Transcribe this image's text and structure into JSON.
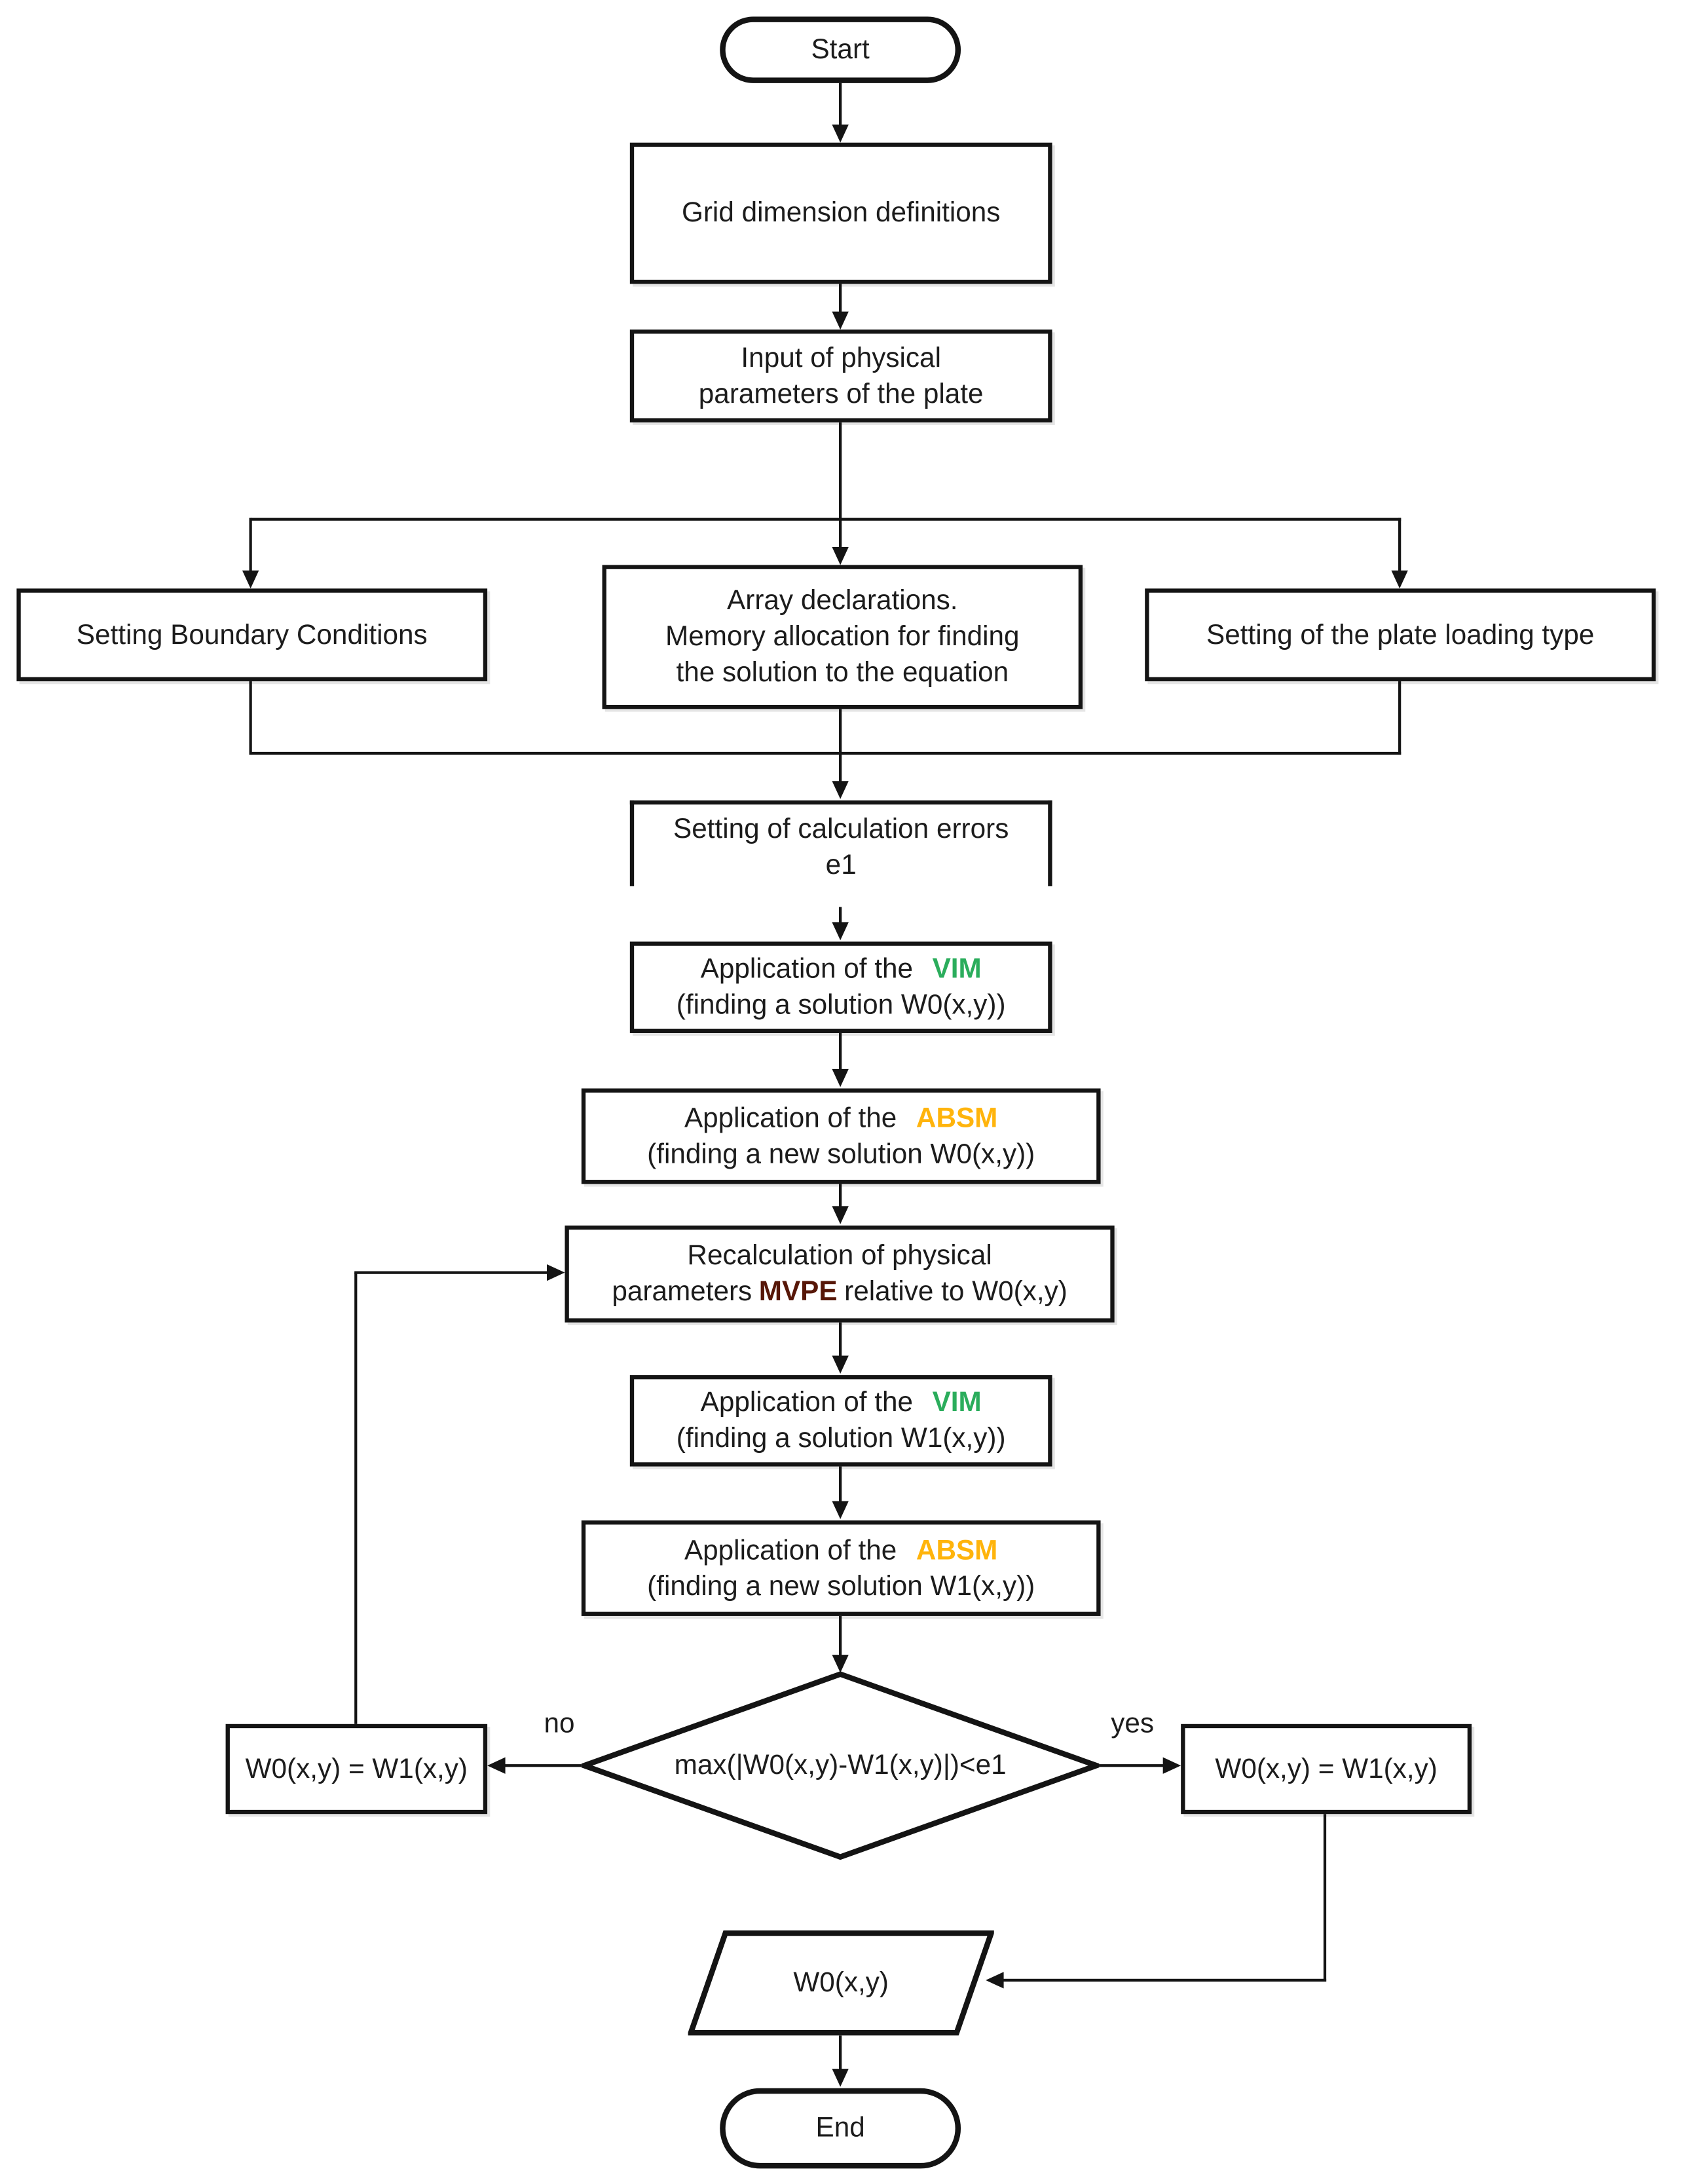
{
  "nodes": {
    "start": {
      "label": "Start"
    },
    "grid": {
      "label": "Grid dimension definitions"
    },
    "input": {
      "line1": "Input of physical",
      "line2": "parameters of the plate"
    },
    "boundary": {
      "label": "Setting Boundary Conditions"
    },
    "array": {
      "line1": "Array declarations.",
      "line2": "Memory allocation for finding",
      "line3": "the solution to the equation"
    },
    "loading": {
      "label": "Setting of the plate loading type"
    },
    "errors": {
      "line1": "Setting of calculation errors",
      "line2": "e1"
    },
    "vim1": {
      "prefix": "Application of the",
      "method": "VIM",
      "line2": "(finding a solution W0(x,y))"
    },
    "absm1": {
      "prefix": "Application of the",
      "method": "ABSM",
      "line2": "(finding a new solution W0(x,y))"
    },
    "mvpe": {
      "line1": "Recalculation of physical",
      "pre": "parameters",
      "method": "MVPE",
      "post": "relative to W0(x,y)"
    },
    "vim2": {
      "prefix": "Application of the",
      "method": "VIM",
      "line2": "(finding a solution W1(x,y))"
    },
    "absm2": {
      "prefix": "Application of the",
      "method": "ABSM",
      "line2": "(finding a new solution W1(x,y))"
    },
    "decision": {
      "label": "max(|W0(x,y)-W1(x,y)|)<e1"
    },
    "assign_left": {
      "label": "W0(x,y) = W1(x,y)"
    },
    "assign_right": {
      "label": "W0(x,y) = W1(x,y)"
    },
    "output": {
      "label": "W0(x,y)"
    },
    "end": {
      "label": "End"
    }
  },
  "branch_labels": {
    "no": "no",
    "yes": "yes"
  },
  "colors": {
    "vim-green": "#2BAD5C",
    "absm-amber": "#FFB40C",
    "mvpe-maroon": "#571708",
    "line": "#141414",
    "text": "#1C1C1C"
  }
}
